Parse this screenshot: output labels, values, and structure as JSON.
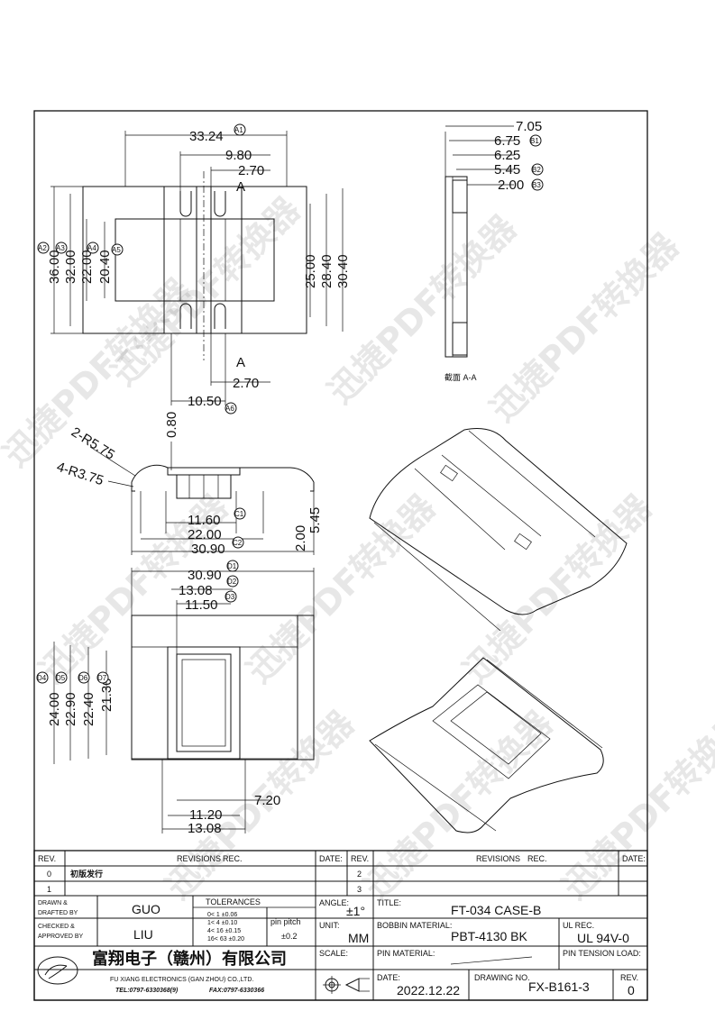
{
  "watermark": {
    "text": "迅捷PDF转换器"
  },
  "top_view": {
    "dims_h": [
      {
        "value": "33.24",
        "badge": "A1"
      },
      {
        "value": "9.80",
        "badge": ""
      },
      {
        "value": "2.70",
        "badge": ""
      },
      {
        "value": "2.70",
        "badge": ""
      },
      {
        "value": "10.50",
        "badge": "A6"
      }
    ],
    "dims_v_left": [
      {
        "value": "36.00",
        "badge": "A2"
      },
      {
        "value": "32.00",
        "badge": "A3"
      },
      {
        "value": "22.00",
        "badge": "A4"
      },
      {
        "value": "20.40",
        "badge": "A5"
      }
    ],
    "dims_v_right": [
      "25.00",
      "28.40",
      "30.40"
    ],
    "section_mark": "A"
  },
  "side_view": {
    "dims": [
      {
        "value": "7.05",
        "badge": ""
      },
      {
        "value": "6.75",
        "badge": "B1"
      },
      {
        "value": "6.25",
        "badge": ""
      },
      {
        "value": "5.45",
        "badge": "B2"
      },
      {
        "value": "2.00",
        "badge": "B3"
      }
    ],
    "section_label": "截面 A-A"
  },
  "front_view": {
    "radius_labels": [
      "2-R5.75",
      "4-R3.75"
    ],
    "dim_top": "0.80",
    "dims_h": [
      {
        "value": "11.60",
        "badge": "C1"
      },
      {
        "value": "22.00",
        "badge": "C2"
      },
      {
        "value": "30.90",
        "badge": ""
      }
    ],
    "dims_v": [
      "2.00",
      "5.45"
    ]
  },
  "bottom_view": {
    "dims_h_top": [
      {
        "value": "30.90",
        "badge": "D1"
      },
      {
        "value": "13.08",
        "badge": "D2"
      },
      {
        "value": "11.50",
        "badge": "D3"
      }
    ],
    "dims_v": [
      {
        "value": "24.00",
        "badge": "D4"
      },
      {
        "value": "22.90",
        "badge": "D5"
      },
      {
        "value": "22.40",
        "badge": "D6"
      },
      {
        "value": "21.30",
        "badge": "D7"
      }
    ],
    "dims_h_bottom": [
      "7.20",
      "11.20",
      "13.08"
    ]
  },
  "title_block": {
    "rev_header": "REV.",
    "revisions_header": "REVISIONS",
    "rec_header": "REC.",
    "date_header": "DATE:",
    "rev_rows_left": [
      {
        "rev": "0",
        "text": "初版发行"
      },
      {
        "rev": "1",
        "text": ""
      }
    ],
    "rev_rows_right": [
      "2",
      "3"
    ],
    "drawn_label_1": "DRAWN &",
    "drawn_label_2": "DRAFTED BY",
    "drawn_value": "GUO",
    "checked_label_1": "CHECKED &",
    "checked_label_2": "APPROVED BY",
    "checked_value": "LIU",
    "tolerances_label": "TOLERANCES",
    "tolerance_rows": [
      "0<  1   ±0.06",
      "1<  4   ±0.10",
      "4<  16  ±0.15",
      "16<  63  ±0.20"
    ],
    "pin_pitch_label": "pin pitch",
    "pin_pitch_value": "±0.2",
    "angle_label": "ANGLE:",
    "angle_value": "±1°",
    "unit_label": "UNIT:",
    "unit_value": "MM",
    "scale_label": "SCALE:",
    "title_label": "TITLE:",
    "title_value": "FT-034  CASE-B",
    "bobbin_label": "BOBBIN MATERIAL:",
    "bobbin_value": "PBT-4130  BK",
    "ul_label": "UL REC.",
    "ul_value": "UL  94V-0",
    "pin_material_label": "PIN MATERIAL:",
    "pin_tension_label": "PIN TENSION LOAD:",
    "date_label": "DATE:",
    "date_value": "2022.12.22",
    "drawing_no_label": "DRAWING NO.",
    "drawing_no_value": "FX-B161-3",
    "rev_label": "REV.",
    "rev_value": "0",
    "company_cn": "富翔电子（赣州）有限公司",
    "company_en": "FU XIANG ELECTRONICS (GAN ZHOU) CO.,LTD.",
    "company_tel": "TEL:0797-6330368(9)",
    "company_fax": "FAX:0797-6330366"
  }
}
